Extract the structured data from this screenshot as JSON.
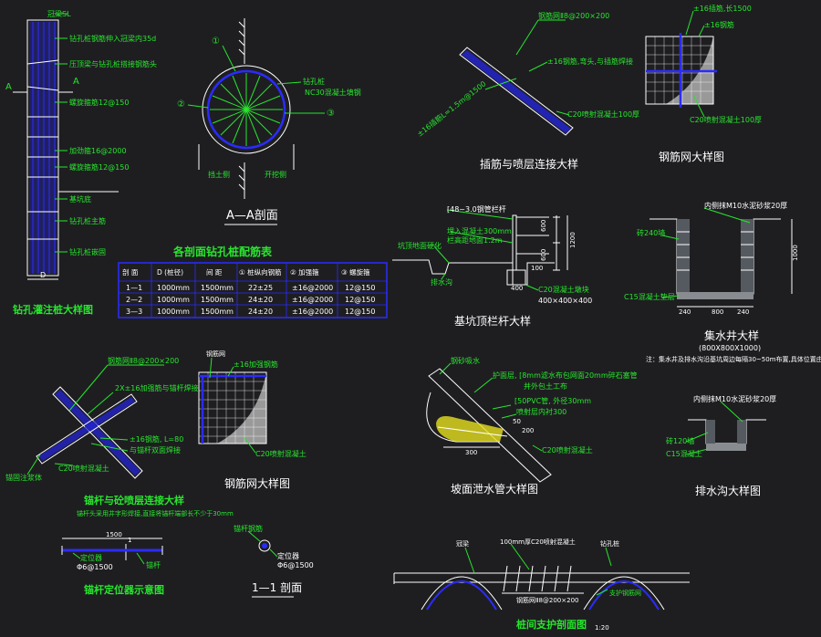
{
  "colors": {
    "background": "#1e1e21",
    "line": "#ffffff",
    "label": "#27e62c",
    "rebar": "#2b2bff",
    "title": "#27e62c"
  },
  "pile_detail": {
    "title": "钻孔灌注桩大样图",
    "dim_bottom": "D",
    "section_mark_left": "A",
    "section_mark_right": "A",
    "labels": [
      "冠梁SL",
      "钻孔桩钢筋伸入冠梁内35d",
      "压顶梁与钻孔桩搭接钢筋头",
      "螺旋箍筋12@150",
      "加劲箍16@2000",
      "螺旋箍筋12@150",
      "基坑底",
      "钻孔桩主筋",
      "钻孔桩嵌固"
    ]
  },
  "section_aa": {
    "title": "A—A剖面",
    "marks": [
      "①",
      "②",
      "③"
    ],
    "right_labels": [
      "钻孔桩",
      "NC30混凝土填钢"
    ],
    "bottom_left": "挡土侧",
    "bottom_right": "开挖侧"
  },
  "table": {
    "title": "各剖面钻孔桩配筋表",
    "headers": [
      "剖 面",
      "D (桩径)",
      "间 距",
      "① 桩纵向钢筋",
      "② 加强箍",
      "③ 螺旋箍"
    ],
    "rows": [
      [
        "1—1",
        "1000mm",
        "1500mm",
        "22±25",
        "±16@2000",
        "12@150"
      ],
      [
        "2—2",
        "1000mm",
        "1500mm",
        "24±20",
        "±16@2000",
        "12@150"
      ],
      [
        "3—3",
        "1000mm",
        "1500mm",
        "24±20",
        "±16@2000",
        "12@150"
      ]
    ]
  },
  "anchor_conn_top": {
    "title": "插筋与喷层连接大样",
    "labels": [
      "钢筋网Ⅱ8@200×200",
      "±16钢筋,弯头,与插筋焊接",
      "±16插筋L=1.5m@1500",
      "C20喷射混凝土100厚"
    ]
  },
  "mesh_top": {
    "title": "钢筋网大样图",
    "labels": [
      "±16插筋,长1500",
      "±16钢筋",
      "C20喷射混凝土100厚"
    ]
  },
  "railing": {
    "title": "基坑顶栏杆大样",
    "labels": [
      "[48~3.0钢管栏杆",
      "埋入混凝土300mm",
      "栏高距地面1.2m",
      "坑顶地面硬化",
      "排水沟",
      "C20混凝土墩块",
      "400×400×400"
    ],
    "dims": [
      "600",
      "600",
      "1200",
      "400",
      "100"
    ]
  },
  "sump": {
    "title": "集水井大样",
    "subtitle": "(800X800X1000)",
    "note": "注：集水井及排水沟沿基坑周边每隔30~50m布置,具体位置由现场定。",
    "labels": [
      "内侧抹M10水泥砂浆20厚",
      "砖240墙",
      "C15混凝土垫层"
    ],
    "dims": [
      "240",
      "800",
      "240",
      "1000"
    ]
  },
  "anchor_conn_bottom": {
    "title": "锚杆与砼喷层连接大样",
    "subtitle": "锚杆头采用井字形焊接,直接将锚杆端部长不少于30mm",
    "labels": [
      "钢筋网Ⅱ8@200×200",
      "2X±16加强筋与锚杆焊接",
      "±16钢筋, L=80",
      "与锚杆双面焊接",
      "C20喷射混凝土",
      "锚固注浆体"
    ]
  },
  "mesh_bottom": {
    "title": "钢筋网大样图",
    "labels": [
      "钢筋网",
      "±16加强钢筋",
      "C20喷射混凝土"
    ]
  },
  "drain_pipe": {
    "title": "坡面泄水管大样图",
    "labels": [
      "钢砂吸水",
      "护面层, [8mm滤水布包网面20mm碎石塞管",
      "并外包土工布",
      "[50PVC管, 外径30mm",
      "喷射层内衬300",
      "C20喷射混凝土"
    ],
    "dims": [
      "50",
      "300",
      "200"
    ]
  },
  "ditch": {
    "title": "排水沟大样图",
    "labels": [
      "内侧抹M10水泥砂浆20厚",
      "砖120墙",
      "C15混凝土"
    ]
  },
  "locator": {
    "title": "锚杆定位器示意图",
    "labels": [
      "定位器",
      "Φ6@1500",
      "锚杆"
    ],
    "dims": [
      "1500"
    ],
    "section_mark": "1"
  },
  "section_11": {
    "title": "1—1 剖面",
    "labels": [
      "锚杆钢筋",
      "定位器",
      "Φ6@1500"
    ]
  },
  "pile_between": {
    "title": "桩间支护剖面图",
    "scale": "1:20",
    "labels": [
      "冠梁",
      "100mm厚C20喷射混凝土",
      "钻孔桩",
      "钢筋网Ⅱ8@200×200",
      "支护钢筋网"
    ]
  }
}
